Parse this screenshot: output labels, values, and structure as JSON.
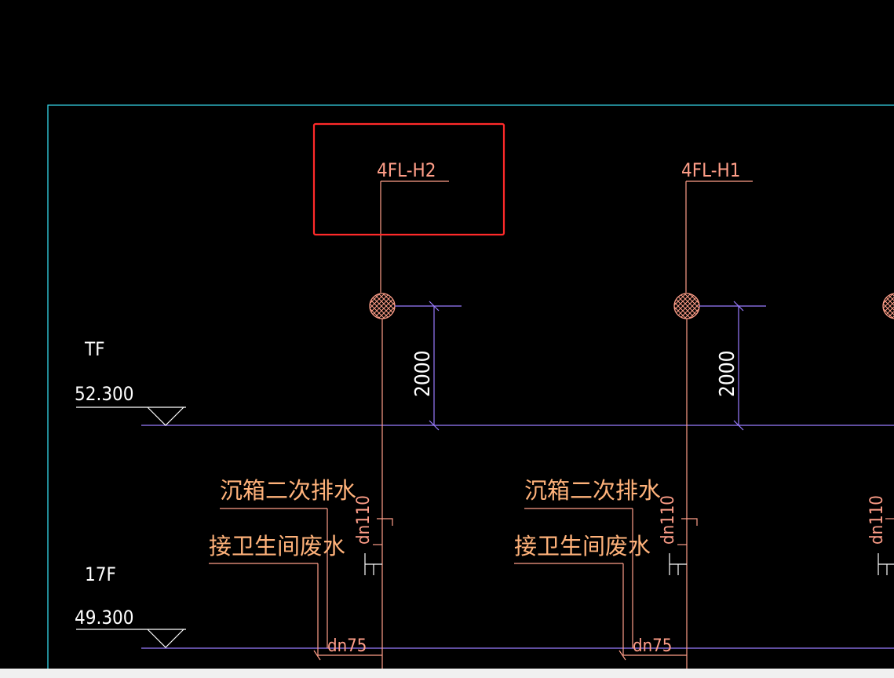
{
  "drawing": {
    "colors": {
      "background": "#000000",
      "frame": "#35d4e6",
      "pipe": "#ff9e88",
      "dimension": "#9a7cff",
      "highlight": "#ff2a2a",
      "text": "#ffffff"
    },
    "pipe_labels": [
      {
        "id": "h2",
        "label": "4FL-H2"
      },
      {
        "id": "h1",
        "label": "4FL-H1"
      }
    ],
    "dimension_label": "2000",
    "floors": [
      {
        "name": "TF",
        "elevation": "52.300"
      },
      {
        "name": "17F",
        "elevation": "49.300"
      }
    ],
    "annotations": {
      "note_primary": "沉箱二次排水",
      "note_secondary": "接卫生间废水",
      "pipe_size_vertical": "dn110",
      "pipe_size_branch": "dn75"
    },
    "highlight_box_target": "4FL-H2"
  }
}
